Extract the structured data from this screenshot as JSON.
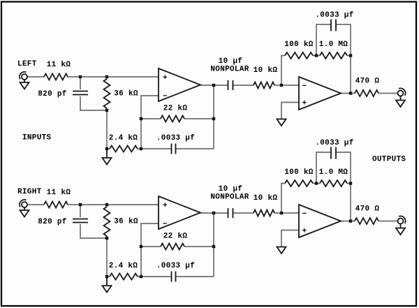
{
  "colors": {
    "background": "#fdfdfd",
    "wire": "#6e6e6e",
    "component": "#161616",
    "text": "#000000",
    "frame": "#000000"
  },
  "labels": {
    "inputs": "INPUTS",
    "outputs": "OUTPUTS"
  },
  "symbols": {
    "plus": "+",
    "minus": "−"
  },
  "channels": [
    {
      "name": "LEFT",
      "input_resistor": "11 kΩ",
      "input_capacitor": "820 pf",
      "shunt_resistor": "36 kΩ",
      "ground_resistor": "2.4 kΩ",
      "feedback_resistor": "22 kΩ",
      "feedback_capacitor": ".0033 μf",
      "coupling_capacitor_value": "10 μf",
      "coupling_capacitor_type": "NONPOLAR",
      "series_resistor": "10 kΩ",
      "feedback2_resistor_a": "100 kΩ",
      "feedback2_resistor_b": "1.0 MΩ",
      "feedback2_capacitor": ".0033 μf",
      "output_resistor": "470 Ω"
    },
    {
      "name": "RIGHT",
      "input_resistor": "11 kΩ",
      "input_capacitor": "820 pf",
      "shunt_resistor": "36 kΩ",
      "ground_resistor": "2.4 kΩ",
      "feedback_resistor": "22 kΩ",
      "feedback_capacitor": ".0033 μf",
      "coupling_capacitor_value": "10 μf",
      "coupling_capacitor_type": "NONPOLAR",
      "series_resistor": "10 kΩ",
      "feedback2_resistor_a": "100 kΩ",
      "feedback2_resistor_b": "1.0 MΩ",
      "feedback2_capacitor": ".0033 μf",
      "output_resistor": "470 Ω"
    }
  ]
}
